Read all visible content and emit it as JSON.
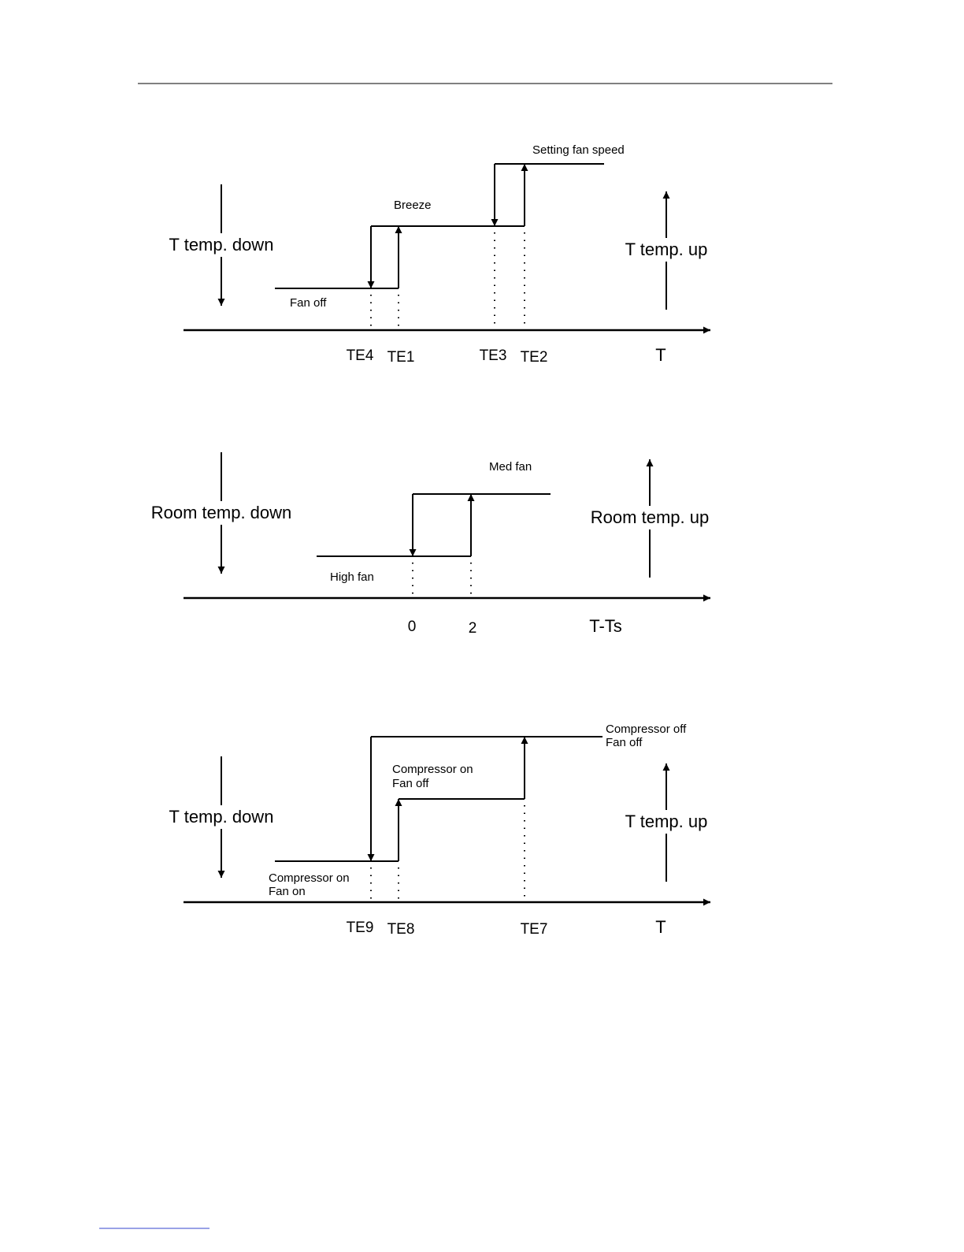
{
  "diagrams": [
    {
      "left_label": "T temp. down",
      "right_label": "T temp. up",
      "axis_label": "T",
      "ticks": [
        "TE4",
        "TE1",
        "TE3",
        "TE2"
      ],
      "states": [
        "Fan off",
        "Breeze",
        "Setting fan speed"
      ]
    },
    {
      "left_label": "Room temp. down",
      "right_label": "Room temp. up",
      "axis_label": "T-Ts",
      "ticks": [
        "0",
        "2"
      ],
      "states": [
        "High fan",
        "Med fan"
      ]
    },
    {
      "left_label": "T temp. down",
      "right_label": "T temp. up",
      "axis_label": "T",
      "ticks": [
        "TE9",
        "TE8",
        "TE7"
      ],
      "states": [
        {
          "line1": "Compressor on",
          "line2": "Fan on"
        },
        {
          "line1": "Compressor on",
          "line2": "Fan off"
        },
        {
          "line1": "Compressor off",
          "line2": "Fan off"
        }
      ]
    }
  ],
  "colors": {
    "ink": "#000000",
    "footer_rule": "#3344cc"
  }
}
